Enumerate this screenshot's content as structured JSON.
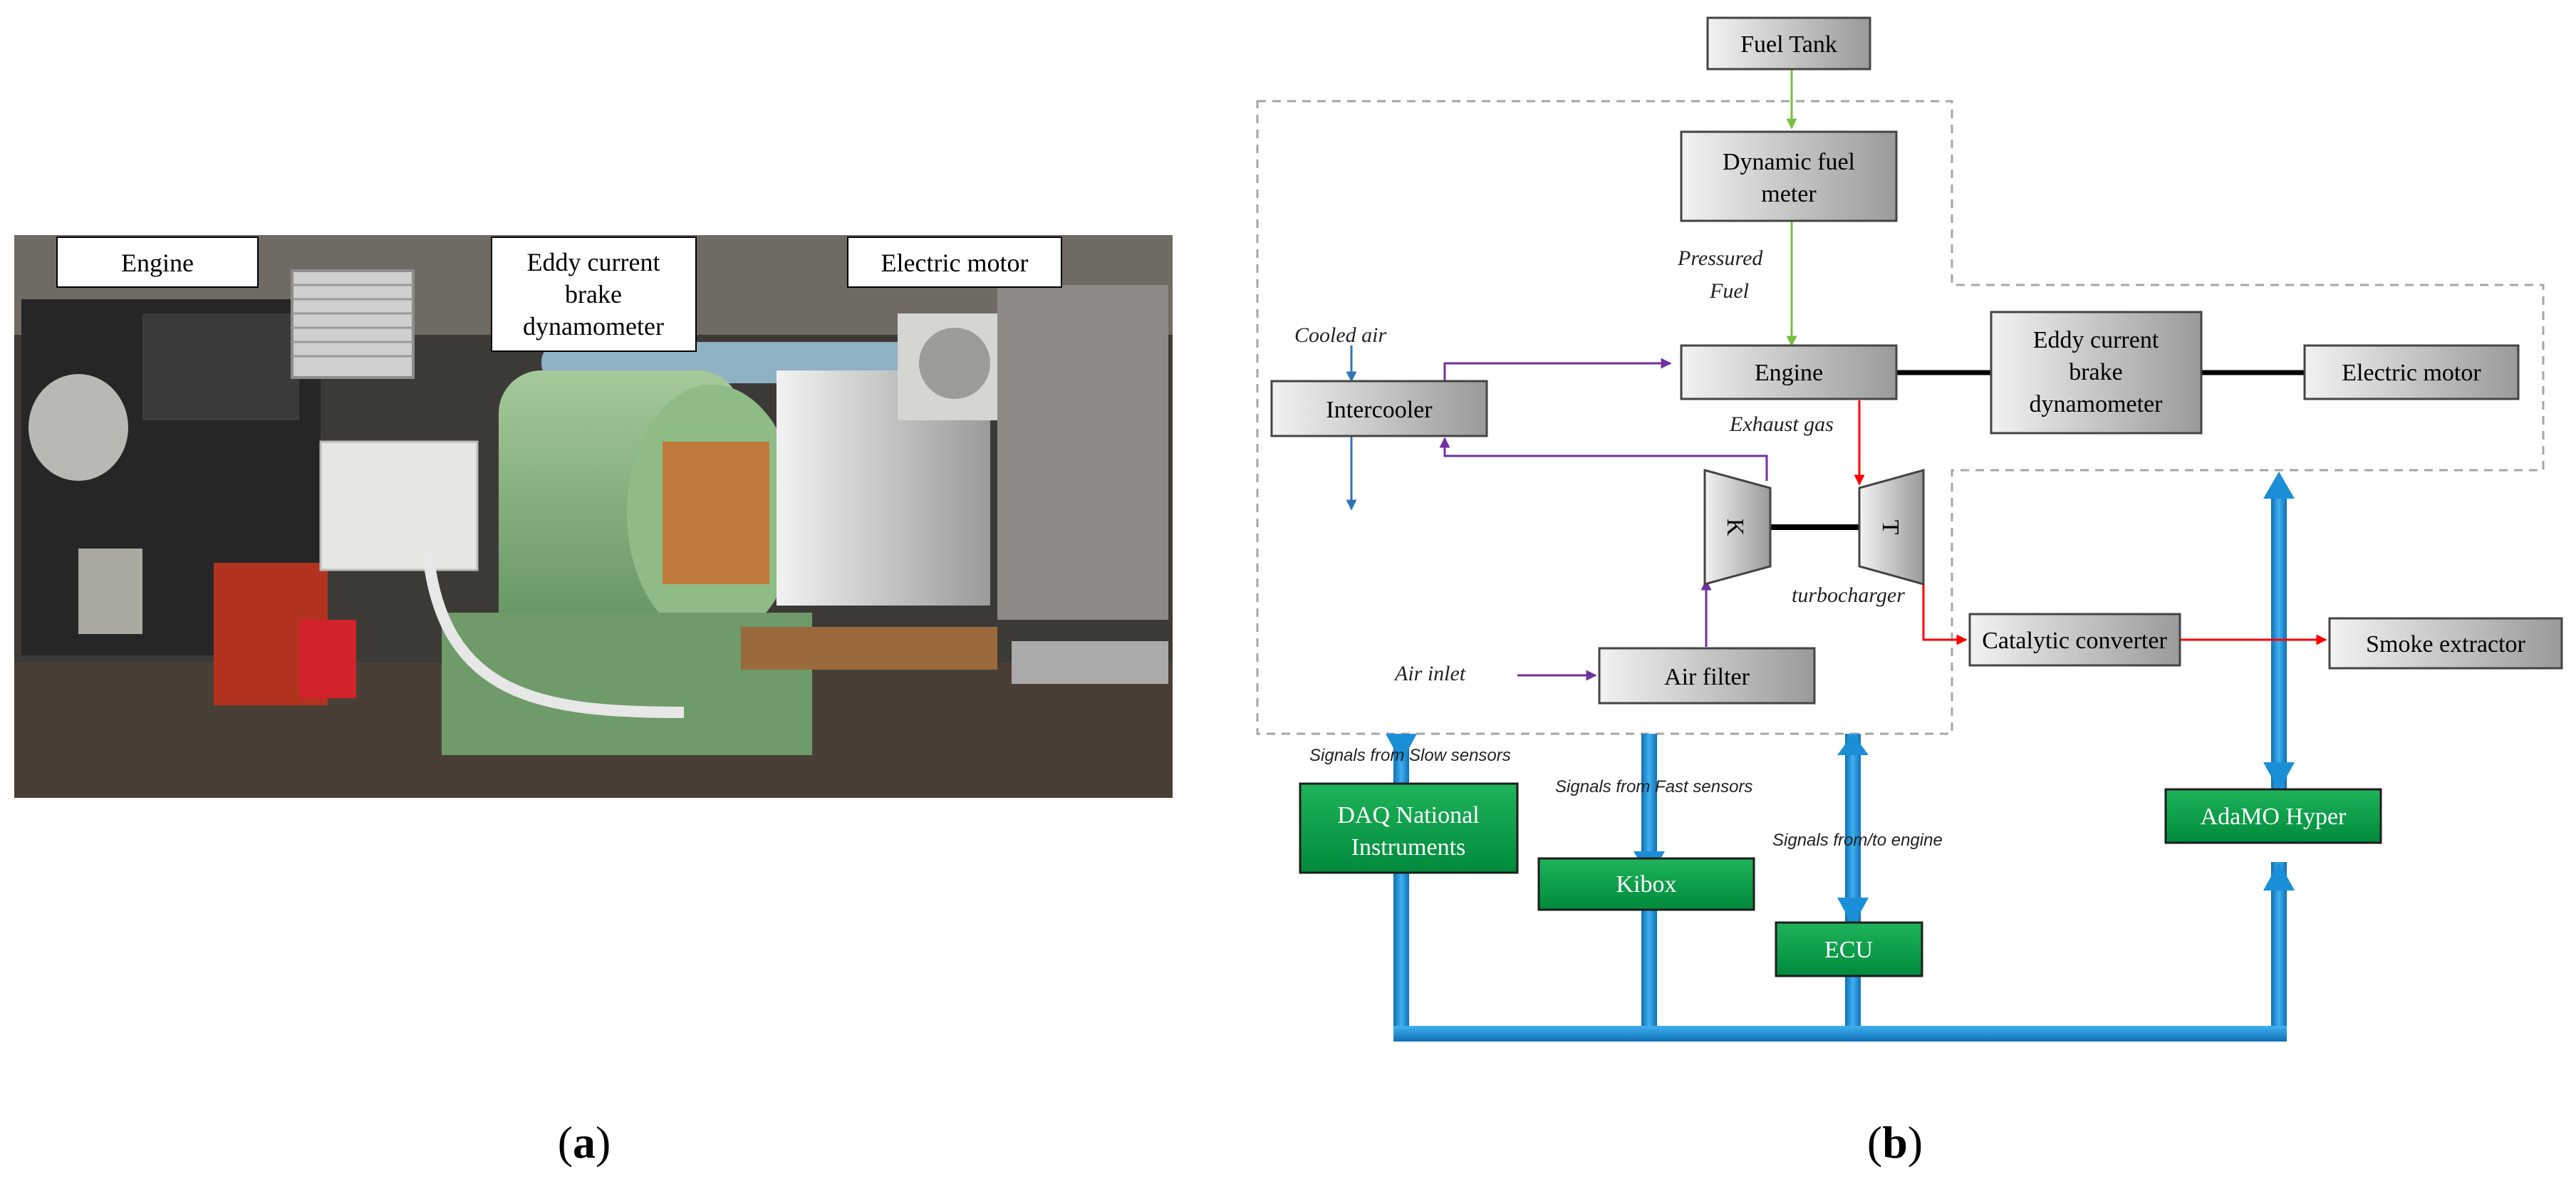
{
  "panel_a": {
    "caption_open": "(",
    "caption_letter": "a",
    "caption_close": ")",
    "photo_labels": {
      "engine": "Engine",
      "dyno_line1": "Eddy current",
      "dyno_line2": "brake",
      "dyno_line3": "dynamometer",
      "electric_motor": "Electric motor"
    },
    "colors": {
      "machine_green": "#7fae7a",
      "motor_grey": "#d8d8d4"
    }
  },
  "panel_b": {
    "caption_open": "(",
    "caption_letter": "b",
    "caption_close": ")",
    "boxes": {
      "fuel_tank": "Fuel Tank",
      "dyn_fuel_meter_1": "Dynamic fuel",
      "dyn_fuel_meter_2": "meter",
      "engine": "Engine",
      "dyno_1": "Eddy current",
      "dyno_2": "brake",
      "dyno_3": "dynamometer",
      "electric_motor": "Electric motor",
      "intercooler": "Intercooler",
      "compressor": "K",
      "turbine": "T",
      "air_filter": "Air filter",
      "catalytic_converter": "Catalytic converter",
      "smoke_extractor": "Smoke extractor",
      "daq_1": "DAQ National",
      "daq_2": "Instruments",
      "kibox": "Kibox",
      "ecu": "ECU",
      "adamo": "AdaMO Hyper"
    },
    "labels": {
      "pressured": "Pressured",
      "fuel": "Fuel",
      "cooled_air": "Cooled air",
      "exhaust_gas": "Exhaust gas",
      "turbocharger": "turbocharger",
      "air_inlet": "Air inlet",
      "signals_slow": "Signals from Slow sensors",
      "signals_fast": "Signals from Fast sensors",
      "signals_engine": "Signals from/to engine"
    },
    "colors": {
      "fuel_line": "#77c043",
      "air_line": "#7030a0",
      "exhaust_line": "#ff0000",
      "cooled_air_line": "#2e75b6",
      "signal_bus": "#1a8fd8",
      "instrument_box": "#00a04a",
      "component_box": "#cfcfcf"
    }
  }
}
